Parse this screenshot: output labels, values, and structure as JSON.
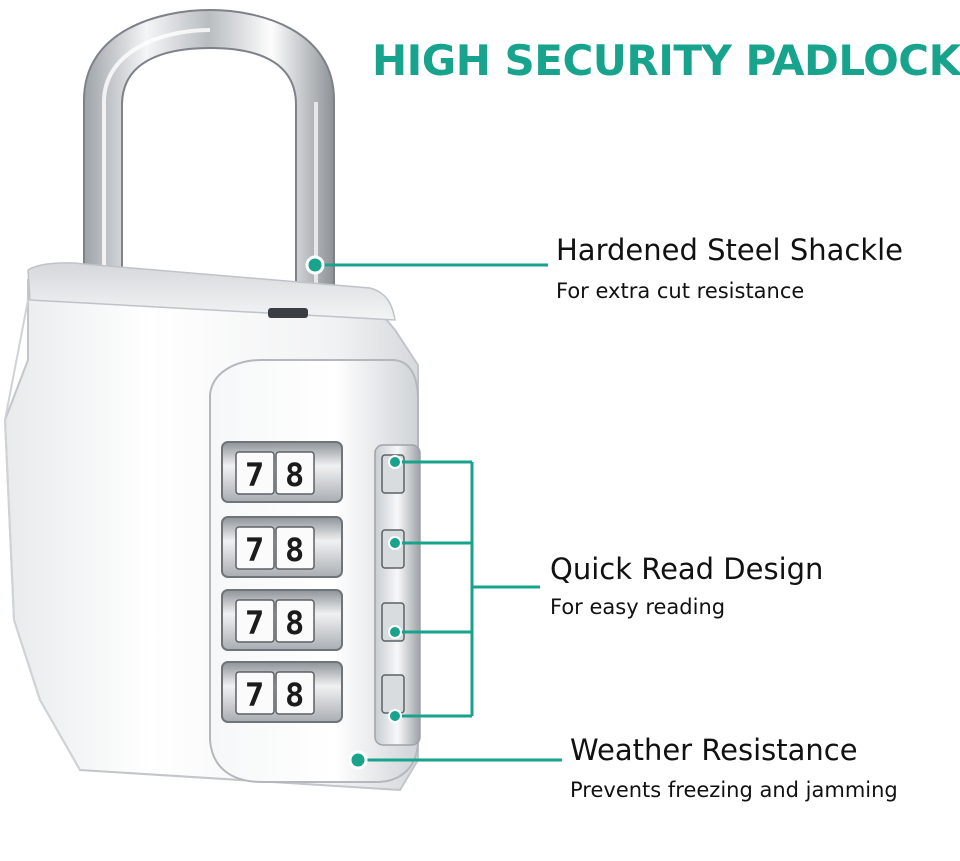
{
  "headline": "HIGH SECURITY PADLOCK",
  "accent_color": "#18a38d",
  "features": [
    {
      "title": "Hardened Steel Shackle",
      "subtitle": "For extra cut resistance"
    },
    {
      "title": "Quick Read Design",
      "subtitle": "For easy reading"
    },
    {
      "title": "Weather Resistance",
      "subtitle": "Prevents freezing and jamming"
    }
  ],
  "dials": [
    {
      "left_digit": "7",
      "right_digit": "8"
    },
    {
      "left_digit": "7",
      "right_digit": "8"
    },
    {
      "left_digit": "7",
      "right_digit": "8"
    },
    {
      "left_digit": "7",
      "right_digit": "8"
    }
  ]
}
